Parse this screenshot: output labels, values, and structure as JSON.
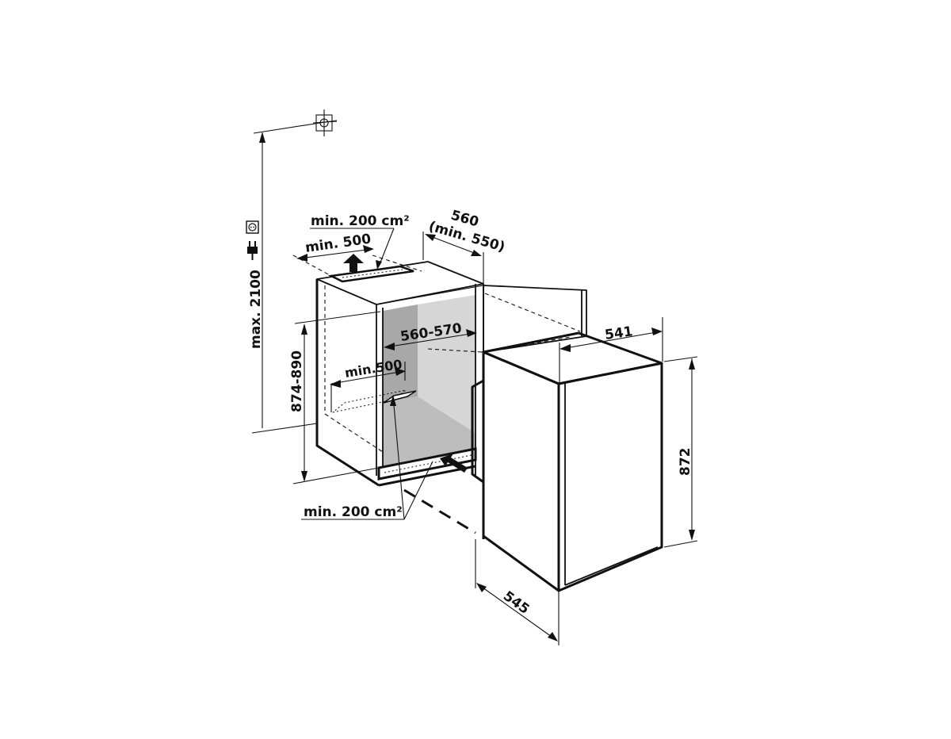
{
  "diagram": {
    "type": "installation-dimensions-drawing",
    "subject": "Built-in refrigerator niche installation",
    "colors": {
      "line": "#111111",
      "niche_back_wall": "#a8a8a8",
      "niche_side_wall": "#d6d6d6",
      "niche_floor": "#bdbdbd",
      "door_panel": "#e6e6e6",
      "background": "#ffffff"
    },
    "icons": {
      "ceiling_reference": "crosshair-box-icon",
      "socket": "power-socket-icon",
      "plug": "power-plug-icon",
      "airflow_up": "arrow-up-icon",
      "airflow_in": "arrow-left-icon"
    },
    "dimensions": {
      "max_height": "max. 2100",
      "niche_height": "874-890",
      "niche_width": "560-570",
      "niche_depth_line1": "560",
      "niche_depth_line2": "(min. 550)",
      "top_vent_depth": "min. 500",
      "top_vent_area": "min. 200 cm²",
      "inner_depth": "min.500",
      "bottom_vent_area": "min. 200 cm²",
      "appliance_width": "541",
      "appliance_height": "872",
      "appliance_depth": "545"
    }
  }
}
